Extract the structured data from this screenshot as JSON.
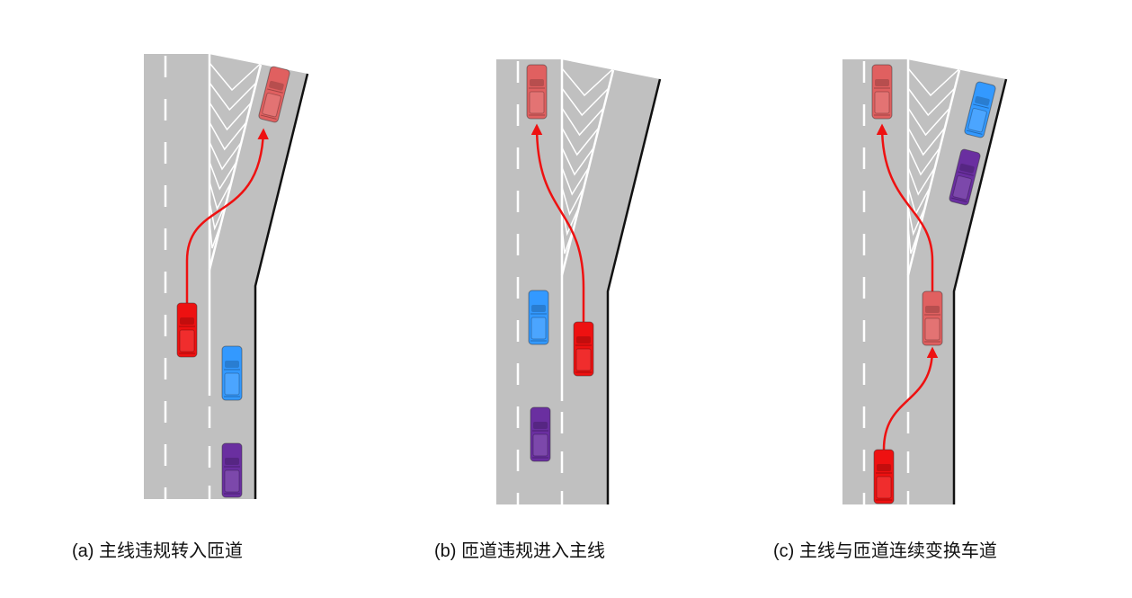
{
  "captions": {
    "a": "(a) 主线违规转入匝道",
    "b": "(b) 匝道违规进入主线",
    "c": "(c) 主线与匝道连续变换车道"
  },
  "colors": {
    "road": "#c0c0c0",
    "red_car": "#ee1111",
    "faded_red_car": "#e06060",
    "blue_car": "#3399ff",
    "purple_car": "#6a2fa0",
    "trajectory": "#ee1111"
  }
}
